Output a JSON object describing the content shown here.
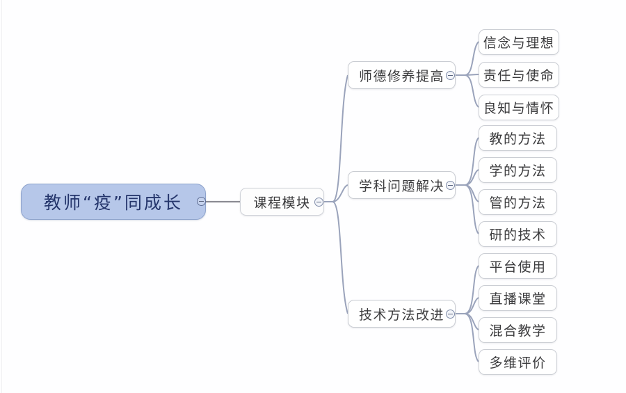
{
  "document": {
    "type": "mindmap",
    "background_color": "#fefeff",
    "root_fill_color": "#b6c7e9",
    "root_text_color": "#24356b",
    "node_fill_color": "#ffffff",
    "node_border_color": "#cbced4",
    "connector_color": "#9aa3bb"
  },
  "root": {
    "label": "教师“疫”同成长",
    "toggle_icon": "collapse-minus-icon"
  },
  "level2": {
    "label": "课程模块",
    "toggle_icon": "collapse-minus-icon"
  },
  "branches": [
    {
      "label": "师德修养提高",
      "toggle_icon": "collapse-minus-icon",
      "children": [
        {
          "label": "信念与理想"
        },
        {
          "label": "责任与使命"
        },
        {
          "label": "良知与情怀"
        }
      ]
    },
    {
      "label": "学科问题解决",
      "toggle_icon": "collapse-minus-icon",
      "children": [
        {
          "label": "教的方法"
        },
        {
          "label": "学的方法"
        },
        {
          "label": "管的方法"
        },
        {
          "label": "研的技术"
        }
      ]
    },
    {
      "label": "技术方法改进",
      "toggle_icon": "collapse-minus-icon",
      "children": [
        {
          "label": "平台使用"
        },
        {
          "label": "直播课堂"
        },
        {
          "label": "混合教学"
        },
        {
          "label": "多维评价"
        }
      ]
    }
  ]
}
